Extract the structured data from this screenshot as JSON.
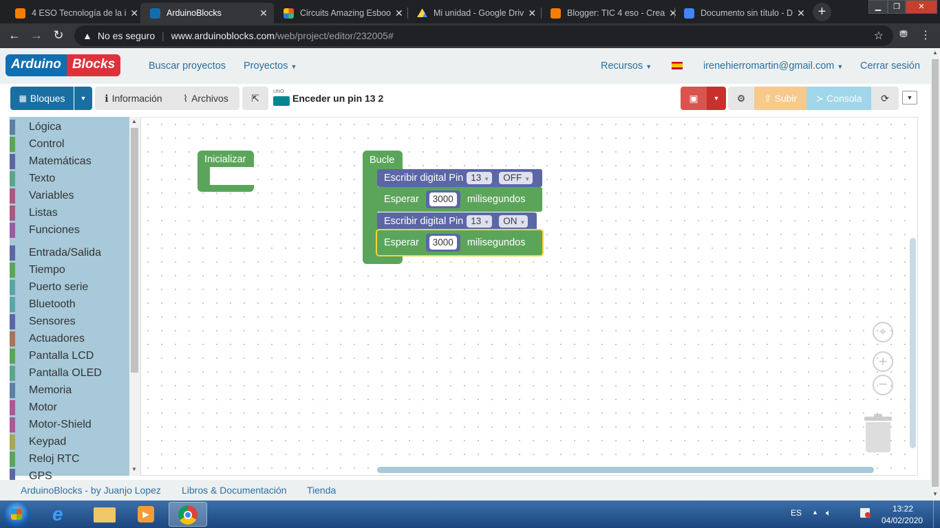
{
  "browser": {
    "tabs": [
      {
        "title": "4 ESO Tecnología de la i",
        "favicon": "blogger-icon",
        "color": "#f57d00"
      },
      {
        "title": "ArduinoBlocks",
        "favicon": "arduinoblocks-icon",
        "color": "#0f6fb0"
      },
      {
        "title": "Circuits Amazing Esboo",
        "favicon": "tinkercad-icon",
        "color": "#e85a25"
      },
      {
        "title": "Mi unidad - Google Driv",
        "favicon": "google-drive-icon",
        "color": "#1fa463"
      },
      {
        "title": "Blogger: TIC 4 eso - Crea",
        "favicon": "blogger-icon",
        "color": "#f57d00"
      },
      {
        "title": "Documento sin título - D",
        "favicon": "google-docs-icon",
        "color": "#4285f4"
      }
    ],
    "security_label": "No es seguro",
    "url_host": "www.arduinoblocks.com",
    "url_path": "/web/project/editor/232005#"
  },
  "site": {
    "logo_part1": "Arduino",
    "logo_part2": "Blocks",
    "nav": {
      "search_projects": "Buscar proyectos",
      "projects": "Proyectos",
      "resources": "Recursos",
      "user": "irenehierromartin@gmail.com",
      "logout": "Cerrar sesión"
    }
  },
  "toolbar": {
    "blocks": "Bloques",
    "info": "Información",
    "files": "Archivos",
    "board_label": "UNO",
    "project_name": "Enceder un pin 13 2",
    "upload": "Subir",
    "console": "Consola"
  },
  "categories": [
    {
      "label": "Lógica",
      "color": "#5b80a5"
    },
    {
      "label": "Control",
      "color": "#5ba55b"
    },
    {
      "label": "Matemáticas",
      "color": "#5b67a5"
    },
    {
      "label": "Texto",
      "color": "#5ba58c"
    },
    {
      "label": "Variables",
      "color": "#a55b80"
    },
    {
      "label": "Listas",
      "color": "#745ba5"
    },
    {
      "label": "Funciones",
      "color": "#995ba5"
    },
    {
      "label": "Entrada/Salida",
      "color": "#5b67a5"
    },
    {
      "label": "Tiempo",
      "color": "#5ba55b"
    },
    {
      "label": "Puerto serie",
      "color": "#5ba5a5"
    },
    {
      "label": "Bluetooth",
      "color": "#5ba5a5"
    },
    {
      "label": "Sensores",
      "color": "#5b67a5"
    },
    {
      "label": "Actuadores",
      "color": "#a5745b"
    },
    {
      "label": "Pantalla LCD",
      "color": "#5ba55b"
    },
    {
      "label": "Pantalla OLED",
      "color": "#5ba58c"
    },
    {
      "label": "Memoria",
      "color": "#5b80a5"
    },
    {
      "label": "Motor",
      "color": "#a55b99"
    },
    {
      "label": "Motor-Shield",
      "color": "#a55b99"
    },
    {
      "label": "Keypad",
      "color": "#a5a55b"
    },
    {
      "label": "Reloj RTC",
      "color": "#5ba55b"
    },
    {
      "label": "GPS",
      "color": "#5b67a5"
    }
  ],
  "blocks": {
    "init_label": "Inicializar",
    "loop_label": "Bucle",
    "statements": [
      {
        "type": "digital_write",
        "label": "Escribir digital Pin",
        "pin": "13",
        "state": "OFF"
      },
      {
        "type": "delay",
        "label": "Esperar",
        "value": "3000",
        "unit": "milisegundos"
      },
      {
        "type": "digital_write",
        "label": "Escribir digital Pin",
        "pin": "13",
        "state": "ON"
      },
      {
        "type": "delay",
        "label": "Esperar",
        "value": "3000",
        "unit": "milisegundos"
      }
    ]
  },
  "footer": {
    "credit": "ArduinoBlocks - by Juanjo Lopez",
    "docs": "Libros & Documentación",
    "shop": "Tienda"
  },
  "taskbar": {
    "lang": "ES",
    "time": "13:22",
    "date": "04/02/2020"
  },
  "colors": {
    "primary": "#1a6fa0",
    "save": "#d9534f",
    "upload": "#f7c98a",
    "console": "#9fd6ea",
    "loop_green": "#5ba55b",
    "io_blue": "#5b67a5",
    "selected_outline": "#f5d33a"
  }
}
